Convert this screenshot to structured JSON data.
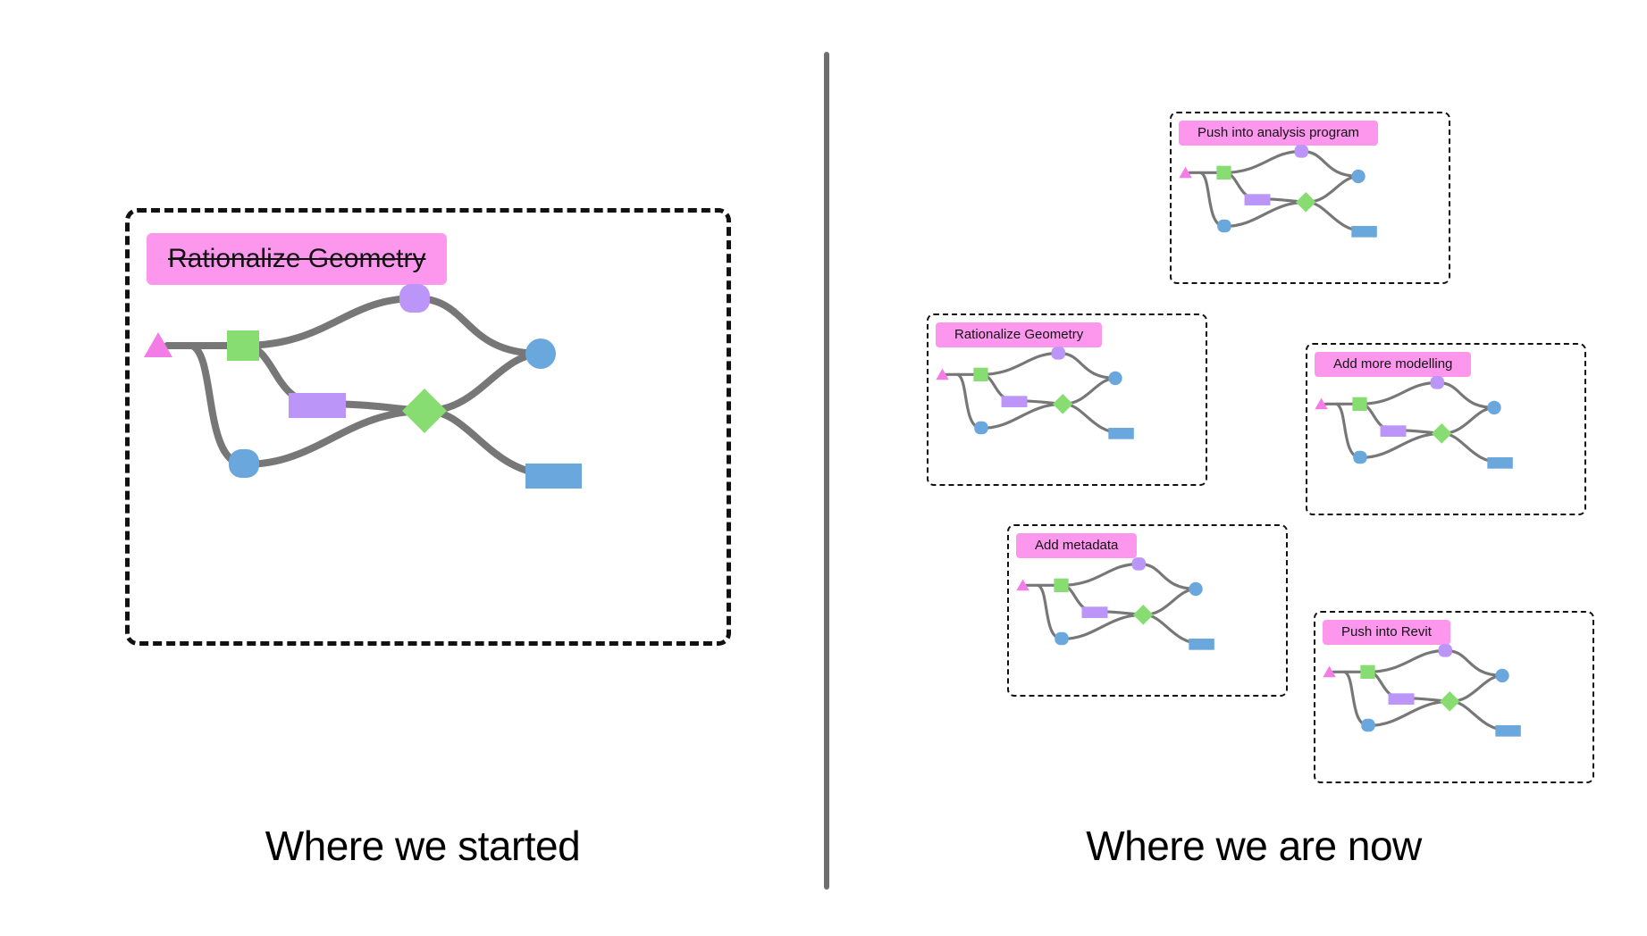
{
  "left_panel": {
    "caption": "Where we started",
    "graph": {
      "label": "Rationalize Geometry",
      "label_struck": true
    }
  },
  "right_panel": {
    "caption": "Where we are now",
    "graphs": [
      {
        "label": "Push into analysis program"
      },
      {
        "label": "Rationalize Geometry"
      },
      {
        "label": "Add more modelling"
      },
      {
        "label": "Add metadata"
      },
      {
        "label": "Push into Revit"
      }
    ]
  },
  "colors": {
    "label_background": "#fd97ee",
    "triangle": "#f37ce6",
    "square": "#88dd72",
    "purple": "#bb95f7",
    "blue": "#6aa7dd",
    "green_diamond": "#88dd72",
    "wire": "#777777",
    "divider": "#6e6e6e"
  },
  "node_icons": [
    "triangle-icon",
    "square-icon",
    "purple-pill-icon",
    "purple-rect-icon",
    "blue-circle-icon",
    "blue-pill-icon",
    "diamond-icon",
    "blue-rect-icon"
  ]
}
